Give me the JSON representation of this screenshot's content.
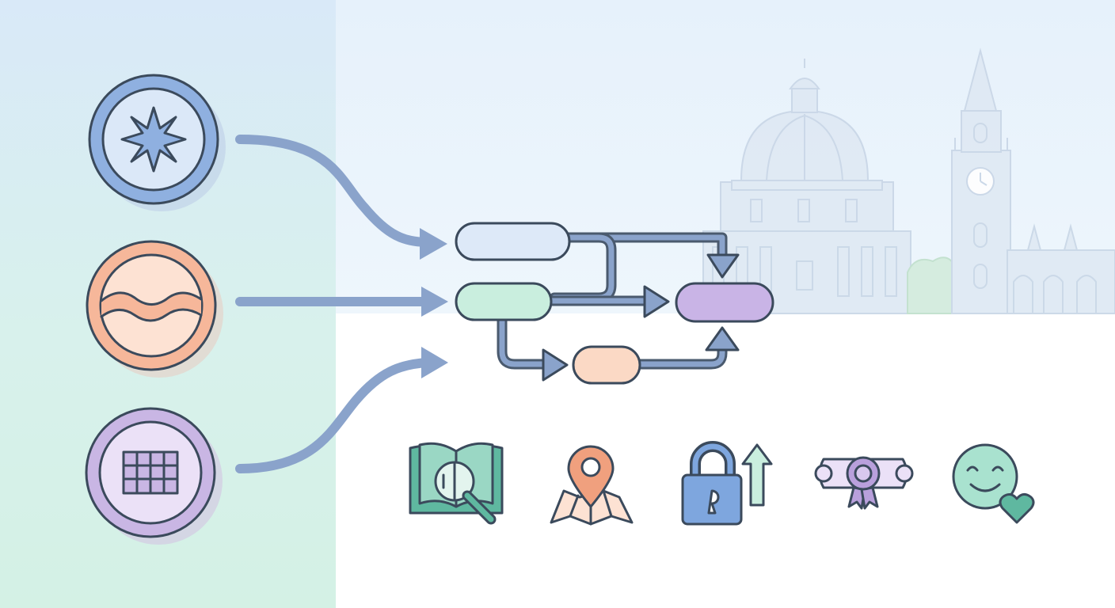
{
  "theme": {
    "blue": "#8fb0e0",
    "orange": "#f6b79a",
    "purple": "#c9b6e4",
    "green": "#8fd3bc",
    "arrow": "#8aa3cb",
    "outline": "#3b4a5c"
  },
  "sources": [
    {
      "icon": "star-compass-icon",
      "color": "#8fb0e0"
    },
    {
      "icon": "wave-icon",
      "color": "#f6b79a"
    },
    {
      "icon": "grid-icon",
      "color": "#c9b6e4"
    }
  ],
  "flow_nodes": [
    {
      "id": "node-top",
      "color": "#dde9f8"
    },
    {
      "id": "node-middle",
      "color": "#c9eede"
    },
    {
      "id": "node-lower",
      "color": "#fbd9c5"
    },
    {
      "id": "node-output",
      "color": "#c9b4e6"
    }
  ],
  "bottom_icons": [
    "book-magnifier-icon",
    "map-pin-icon",
    "lock-upload-icon",
    "diploma-scroll-icon",
    "smiley-heart-icon"
  ],
  "background": {
    "skyline": [
      "domed-building-icon",
      "clock-tower-icon",
      "gothic-building-icon"
    ]
  }
}
